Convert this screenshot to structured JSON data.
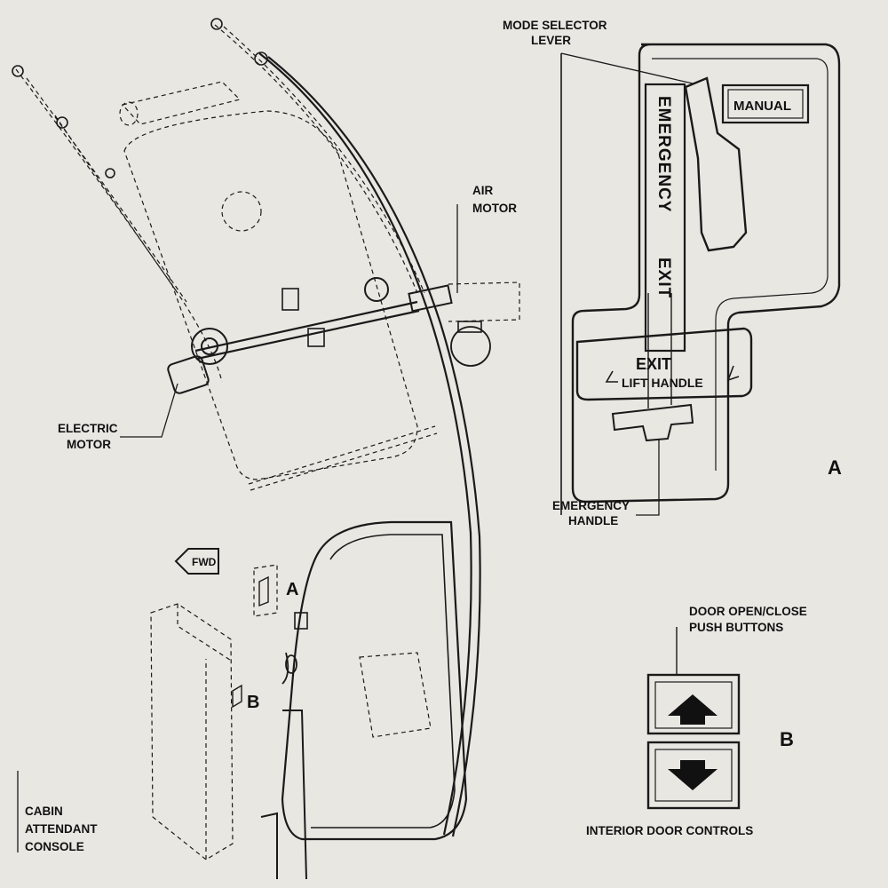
{
  "labels": {
    "mode_selector_lever_1": "MODE SELECTOR",
    "mode_selector_lever_2": "LEVER",
    "manual": "MANUAL",
    "emergency_vertical": "EMERGENCY",
    "exit_vertical": "EXIT",
    "exit": "EXIT",
    "lift_handle": "LIFT HANDLE",
    "emergency_handle_1": "EMERGENCY",
    "emergency_handle_2": "HANDLE",
    "detail_a": "A",
    "air_motor_1": "AIR",
    "air_motor_2": "MOTOR",
    "electric_motor_1": "ELECTRIC",
    "electric_motor_2": "MOTOR",
    "fwd": "FWD",
    "callout_a": "A",
    "callout_b": "B",
    "cabin_console_1": "CABIN",
    "cabin_console_2": "ATTENDANT",
    "cabin_console_3": "CONSOLE",
    "door_buttons_1": "DOOR OPEN/CLOSE",
    "door_buttons_2": "PUSH BUTTONS",
    "detail_b": "B",
    "interior_door_controls": "INTERIOR DOOR CONTROLS"
  },
  "colors": {
    "paper": "#e9e7e2",
    "ink": "#1a1a1a",
    "lever_fill": "#b9b6b0",
    "panel_fill": "#e2e0da"
  }
}
